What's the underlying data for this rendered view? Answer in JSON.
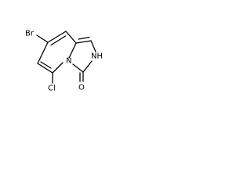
{
  "structure": {
    "atoms": {
      "br": "Br",
      "nh": "NH",
      "n": "N",
      "cl": "Cl",
      "o": "O"
    }
  }
}
